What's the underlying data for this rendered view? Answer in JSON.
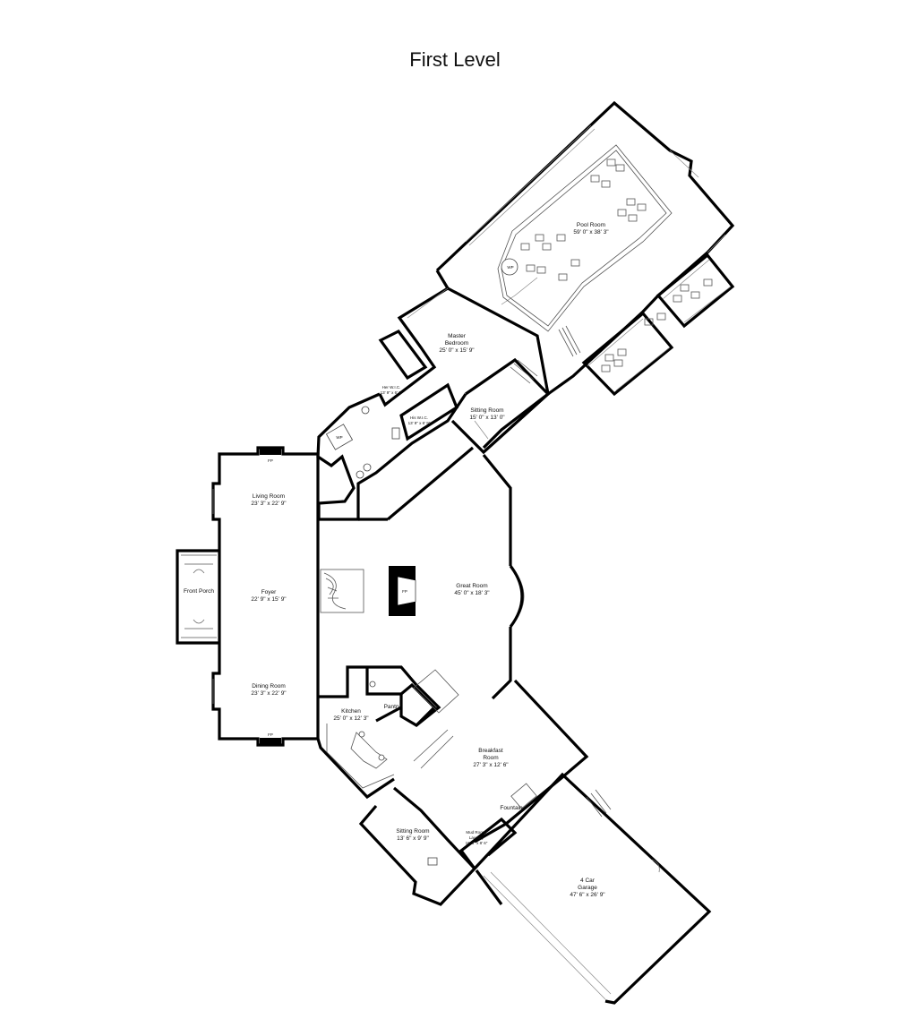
{
  "title": "First Level",
  "rooms": {
    "pool_room": {
      "name": "Pool Room",
      "dims": "59' 0\" x 38' 3\""
    },
    "master_bedroom": {
      "name": "Master Bedroom",
      "name_l1": "Master",
      "name_l2": "Bedroom",
      "dims": "25' 0\" x 15' 9\""
    },
    "sitting_room_upper": {
      "name": "Sitting Room",
      "dims": "15' 0\" x 13' 0\""
    },
    "his_wic": {
      "name": "His W.I.C.",
      "dims": "13' 9\" x 6' 9\""
    },
    "her_wic": {
      "name": "Her W.I.C.",
      "dims": "13' 9\" x 6' 6\""
    },
    "living_room": {
      "name": "Living Room",
      "dims": "23' 3\" x 22' 9\""
    },
    "front_porch": {
      "name": "Front Porch"
    },
    "foyer": {
      "name": "Foyer",
      "dims": "22' 9\" x 15' 9\""
    },
    "great_room": {
      "name": "Great Room",
      "dims": "45' 0\" x 18' 3\""
    },
    "dining_room": {
      "name": "Dining Room",
      "dims": "23' 3\" x 22' 9\""
    },
    "kitchen": {
      "name": "Kitchen",
      "dims": "25' 0\" x 12' 3\""
    },
    "pantry": {
      "name": "Pantry"
    },
    "breakfast_room": {
      "name": "Breakfast Room",
      "name_l1": "Breakfast",
      "name_l2": "Room",
      "dims": "27' 3\" x 12' 6\""
    },
    "fountain": {
      "name": "Fountain"
    },
    "sitting_room_lower": {
      "name": "Sitting Room",
      "dims": "13' 6\" x 9' 9\""
    },
    "mud_room": {
      "name": "Mud Room/ Laundry",
      "name_l1": "Mud Room/",
      "name_l2": "Laundry",
      "dims": "16' 3\" x 8' 6\""
    },
    "garage": {
      "name": "4 Car Garage",
      "name_l1": "4 Car",
      "name_l2": "Garage",
      "dims": "47' 6\" x 26' 9\""
    }
  },
  "symbols": {
    "fireplace": "FP",
    "whirlpool_pool": "WP",
    "whirlpool_bath": "WP",
    "fireplace_living": "FP",
    "fireplace_dining": "FP"
  }
}
